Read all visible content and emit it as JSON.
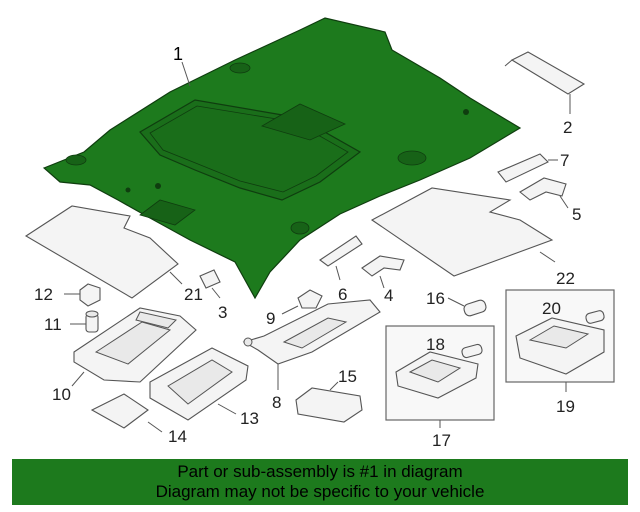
{
  "callouts": {
    "c1": "1",
    "c2": "2",
    "c3": "3",
    "c4": "4",
    "c5": "5",
    "c6": "6",
    "c7": "7",
    "c8": "8",
    "c9": "9",
    "c10": "10",
    "c11": "11",
    "c12": "12",
    "c13": "13",
    "c14": "14",
    "c15": "15",
    "c16": "16",
    "c17": "17",
    "c18": "18",
    "c19": "19",
    "c20": "20",
    "c21": "21",
    "c22": "22"
  },
  "banner": {
    "line1": "Part or sub-assembly is #1 in diagram",
    "line2": "Diagram may not be specific to your vehicle",
    "color": "#1d7a1d"
  },
  "colors": {
    "headliner": "#1d7a1d"
  }
}
